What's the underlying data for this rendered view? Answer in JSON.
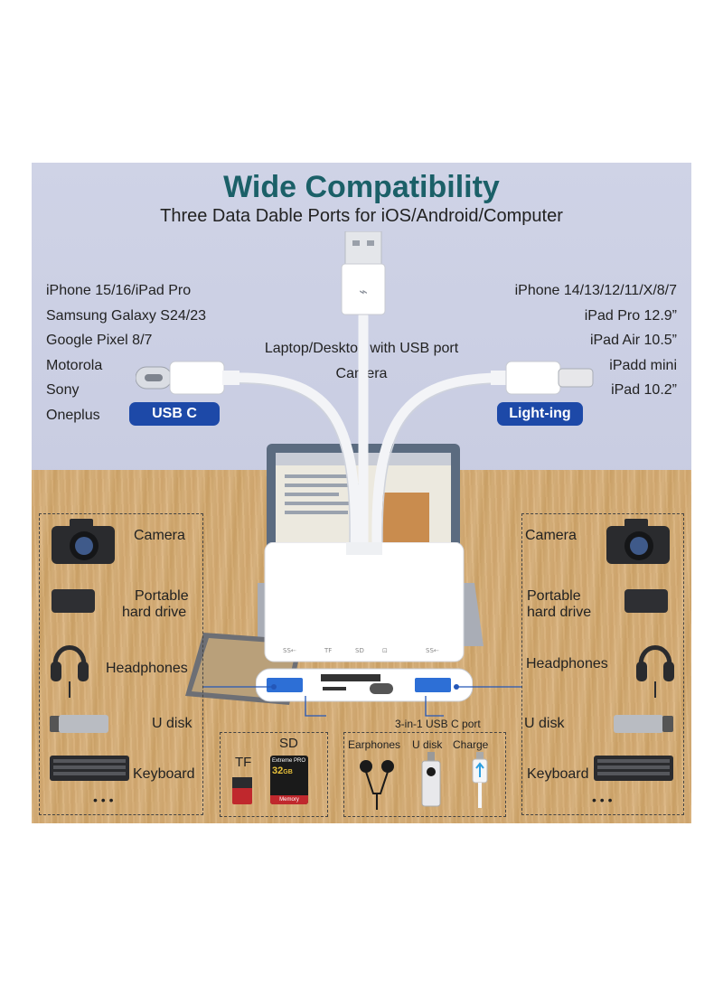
{
  "heading": {
    "title": "Wide Compatibility",
    "subtitle": "Three Data Dable Ports for iOS/Android/Computer"
  },
  "usb_c": {
    "badge": "USB C",
    "devices": [
      "iPhone 15/16/iPad Pro",
      "Samsung Galaxy S24/23",
      "Google Pixel 8/7",
      "Motorola",
      "Sony",
      "Oneplus"
    ]
  },
  "lightning": {
    "badge": "Light-ing",
    "devices": [
      "iPhone 14/13/12/11/X/8/7",
      "iPad Pro 12.9”",
      "iPad Air 10.5”",
      "iPadd mini",
      "iPad 10.2”"
    ]
  },
  "usb_a": {
    "label_line1": "Laptop/Desktop with USB port",
    "label_line2": "Camera"
  },
  "left_panel": {
    "camera": "Camera",
    "hdd_line1": "Portable",
    "hdd_line2": "hard drive",
    "headphones": "Headphones",
    "udisk": "U disk",
    "keyboard": "Keyboard",
    "more": "• • •"
  },
  "right_panel": {
    "camera": "Camera",
    "hdd_line1": "Portable",
    "hdd_line2": "hard drive",
    "headphones": "Headphones",
    "udisk": "U disk",
    "keyboard": "Keyboard",
    "more": "• • •"
  },
  "card_panel": {
    "sd": "SD",
    "tf": "TF",
    "card_brand": "Extreme PRO",
    "card_capacity": "32",
    "card_unit": "GB",
    "card_type": "Memory"
  },
  "usbc_panel": {
    "title": "3-in-1 USB C port",
    "earphones": "Earphones",
    "udisk": "U disk",
    "charge": "Charge"
  },
  "colors": {
    "title": "#1b6068",
    "badge": "#1d49a8"
  }
}
